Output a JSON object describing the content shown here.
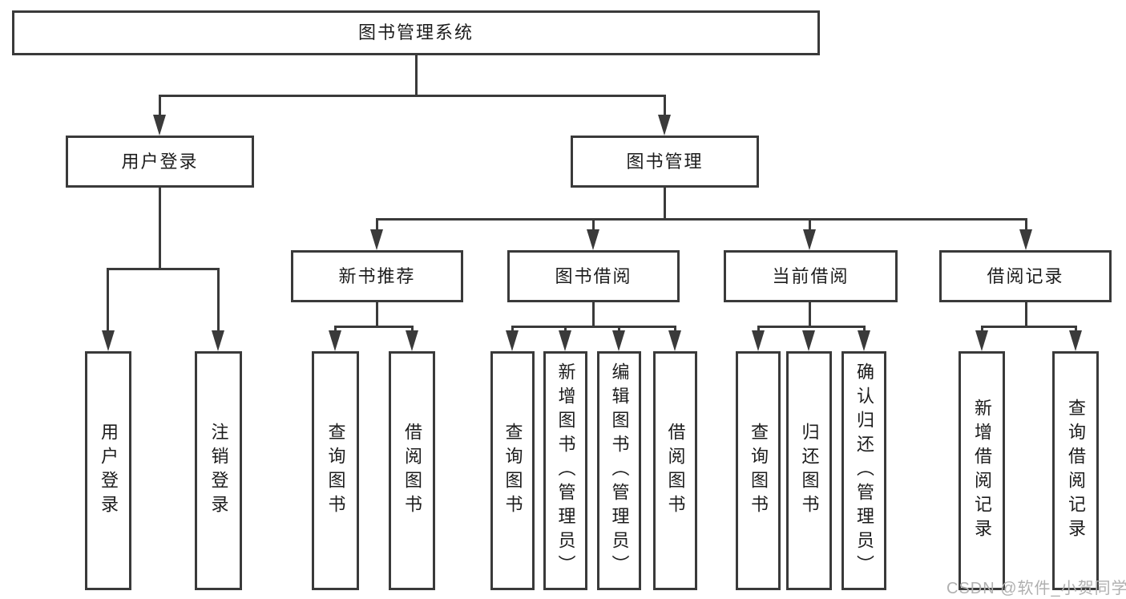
{
  "diagram_title": "图书管理系统",
  "nodes": {
    "root": {
      "label": "图书管理系统"
    },
    "level2": [
      {
        "id": "user-login",
        "label": "用户登录"
      },
      {
        "id": "book-management",
        "label": "图书管理"
      }
    ],
    "level3": [
      {
        "id": "new-book-recommend",
        "label": "新书推荐"
      },
      {
        "id": "book-borrow",
        "label": "图书借阅"
      },
      {
        "id": "current-borrow",
        "label": "当前借阅"
      },
      {
        "id": "borrow-records",
        "label": "借阅记录"
      }
    ],
    "user_login_children": [
      {
        "label": "用户登录"
      },
      {
        "label": "注销登录"
      }
    ],
    "new_book_children": [
      {
        "label": "查询图书"
      },
      {
        "label": "借阅图书"
      }
    ],
    "book_borrow_children": [
      {
        "label": "查询图书"
      },
      {
        "label": "新增图书（管理员）"
      },
      {
        "label": "编辑图书（管理员）"
      },
      {
        "label": "借阅图书"
      }
    ],
    "current_borrow_children": [
      {
        "label": "查询图书"
      },
      {
        "label": "归还图书"
      },
      {
        "label": "确认归还（管理员）"
      }
    ],
    "borrow_records_children": [
      {
        "label": "新增借阅记录"
      },
      {
        "label": "查询借阅记录"
      }
    ]
  },
  "watermark": {
    "text": "CSDN @软件_小贺同学"
  },
  "colors": {
    "line": "#3a3a3a",
    "border": "#3a3a3a",
    "text": "#1c1c1c",
    "watermark": "#b0b0b0",
    "background": "#ffffff"
  }
}
